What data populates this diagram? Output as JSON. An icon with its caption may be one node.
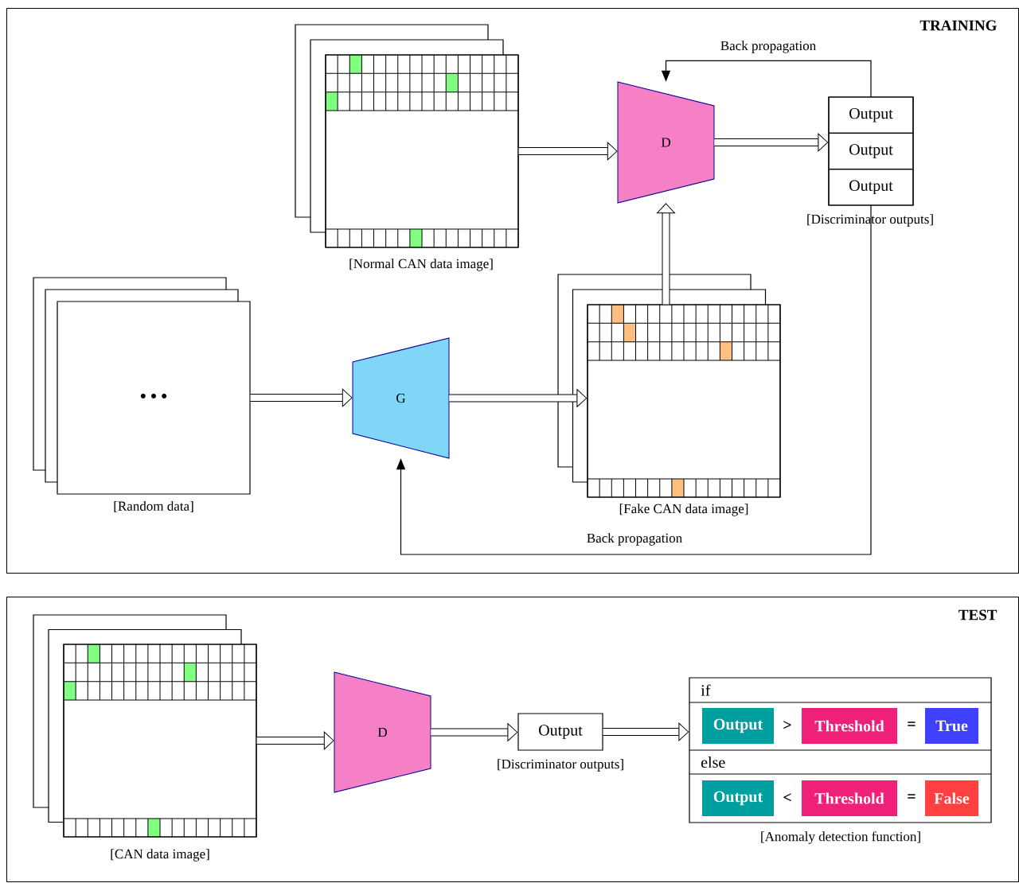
{
  "diagram": {
    "nodes": [
      {
        "text": [
          "TRAINING"
        ]
      },
      {
        "text": [],
        "shape": "box",
        "beside": [
          "[Normal CAN data image]"
        ],
        "in": 0
      },
      {
        "text": [
          "D"
        ],
        "in": 0
      },
      {
        "text": [],
        "shape": "box",
        "beside": [
          "[Discriminator outputs]"
        ],
        "in": 0
      },
      {
        "text": [
          "Output"
        ],
        "in": 3
      },
      {
        "text": [
          "Output"
        ],
        "in": 3
      },
      {
        "text": [
          "Output"
        ],
        "in": 3
      },
      {
        "text": [
          "• • •"
        ],
        "beside": [
          "[Random data]"
        ],
        "in": 0
      },
      {
        "text": [
          "G"
        ],
        "in": 0
      },
      {
        "text": [],
        "shape": "box",
        "beside": [
          "[Fake CAN data image]"
        ],
        "in": 0
      },
      {
        "text": [
          "TEST"
        ]
      },
      {
        "text": [],
        "shape": "box",
        "beside": [
          "[CAN data image]"
        ],
        "in": 10
      },
      {
        "text": [
          "D"
        ],
        "in": 10
      },
      {
        "text": [
          "Output"
        ],
        "beside": [
          "[Discriminator outputs]"
        ],
        "in": 10
      },
      {
        "text": [],
        "shape": "box",
        "beside": [
          "[Anomaly detection function]"
        ],
        "in": 10
      },
      {
        "text": [
          "if"
        ],
        "in": 14
      },
      {
        "text": [
          "Output"
        ],
        "in": 14
      },
      {
        "text": [
          "Threshold"
        ],
        "in": 14
      },
      {
        "text": [
          "True"
        ],
        "in": 14
      },
      {
        "text": [
          "else"
        ],
        "in": 14
      },
      {
        "text": [
          "Output"
        ],
        "in": 14
      },
      {
        "text": [
          "Threshold"
        ],
        "in": 14
      },
      {
        "text": [
          "False"
        ],
        "in": 14
      }
    ],
    "edges": [
      {
        "from": 1,
        "to": 2,
        "arrow": "to"
      },
      {
        "from": 2,
        "to": 3,
        "arrow": "to"
      },
      {
        "from": 3,
        "to": 2,
        "arrow": "to",
        "label": "Back propagation"
      },
      {
        "from": 7,
        "to": 8,
        "arrow": "to"
      },
      {
        "from": 8,
        "to": 9,
        "arrow": "to"
      },
      {
        "from": 9,
        "to": 2,
        "arrow": "to"
      },
      {
        "from": 3,
        "to": 8,
        "arrow": "to",
        "label": "Back propagation"
      },
      {
        "from": 11,
        "to": 12,
        "arrow": "to"
      },
      {
        "from": 12,
        "to": 13,
        "arrow": "to"
      },
      {
        "from": 13,
        "to": 14,
        "arrow": "to"
      }
    ],
    "labels": [
      ">",
      "=",
      "<",
      "="
    ]
  }
}
